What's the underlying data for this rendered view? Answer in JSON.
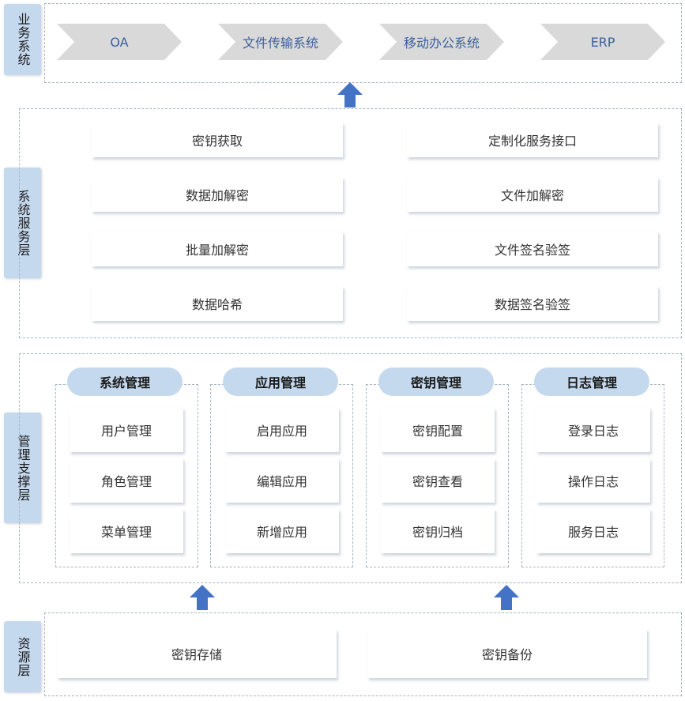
{
  "layers": {
    "business": "业务系统",
    "service": "系统服务层",
    "management": "管理支撑层",
    "resource": "资源层"
  },
  "business_systems": [
    "OA",
    "文件传输系统",
    "移动办公系统",
    "ERP"
  ],
  "service_items": {
    "left": [
      "密钥获取",
      "数据加解密",
      "批量加解密",
      "数据哈希"
    ],
    "right": [
      "定制化服务接口",
      "文件加解密",
      "文件签名验签",
      "数据签名验签"
    ]
  },
  "management_groups": [
    {
      "title": "系统管理",
      "items": [
        "用户管理",
        "角色管理",
        "菜单管理"
      ]
    },
    {
      "title": "应用管理",
      "items": [
        "启用应用",
        "编辑应用",
        "新增应用"
      ]
    },
    {
      "title": "密钥管理",
      "items": [
        "密钥配置",
        "密钥查看",
        "密钥归档"
      ]
    },
    {
      "title": "日志管理",
      "items": [
        "登录日志",
        "操作日志",
        "服务日志"
      ]
    }
  ],
  "resources": [
    "密钥存储",
    "密钥备份"
  ],
  "colors": {
    "label_bg": "#c5d9ee",
    "chevron_bg": "#d9d9d9",
    "chevron_text": "#3b5f9e",
    "arrow": "#4472c4"
  }
}
